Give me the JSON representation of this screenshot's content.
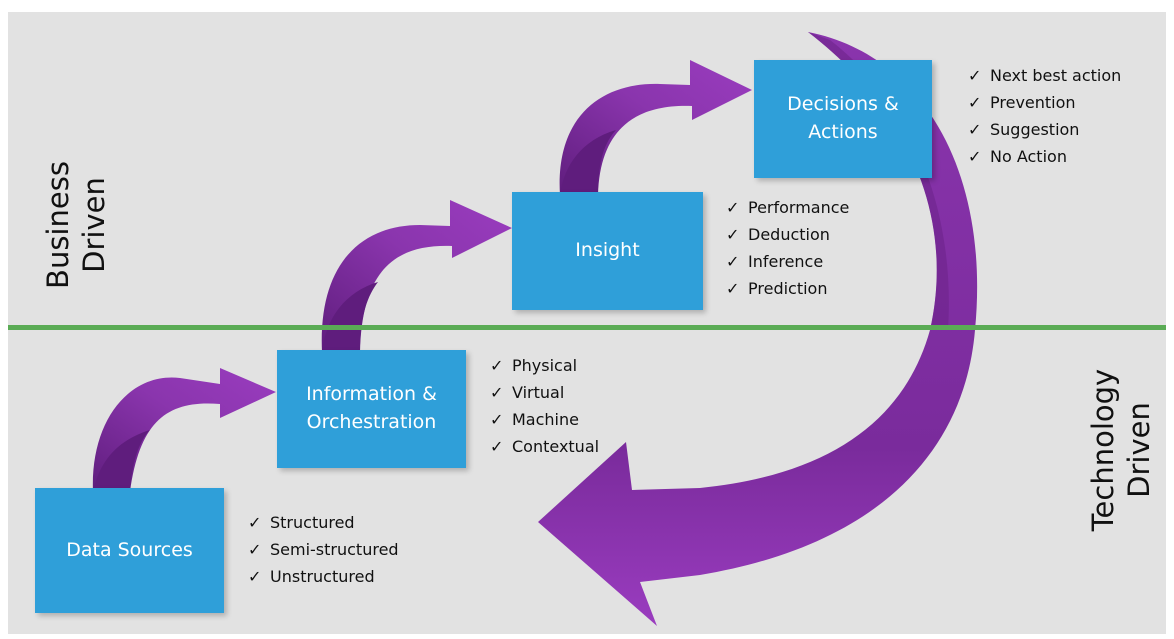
{
  "colors": {
    "background": "#e2e2e2",
    "box": "#2f9fd9",
    "arrow": "#8a35ad",
    "arrow_dark": "#6c2289",
    "divider": "#5aab55"
  },
  "zones": {
    "upper": {
      "line1": "Business",
      "line2": "Driven"
    },
    "lower": {
      "line1": "Technology",
      "line2": "Driven"
    }
  },
  "stages": {
    "data_sources": {
      "title": "Data Sources",
      "items": [
        "Structured",
        "Semi-structured",
        "Unstructured"
      ]
    },
    "information": {
      "title_line1": "Information &",
      "title_line2": "Orchestration",
      "items": [
        "Physical",
        "Virtual",
        "Machine",
        "Contextual"
      ]
    },
    "insight": {
      "title": "Insight",
      "items": [
        "Performance",
        "Deduction",
        "Inference",
        "Prediction"
      ]
    },
    "decisions": {
      "title_line1": "Decisions &",
      "title_line2": "Actions",
      "items": [
        "Next best action",
        "Prevention",
        "Suggestion",
        "No Action"
      ]
    }
  },
  "check_glyph": "✓"
}
